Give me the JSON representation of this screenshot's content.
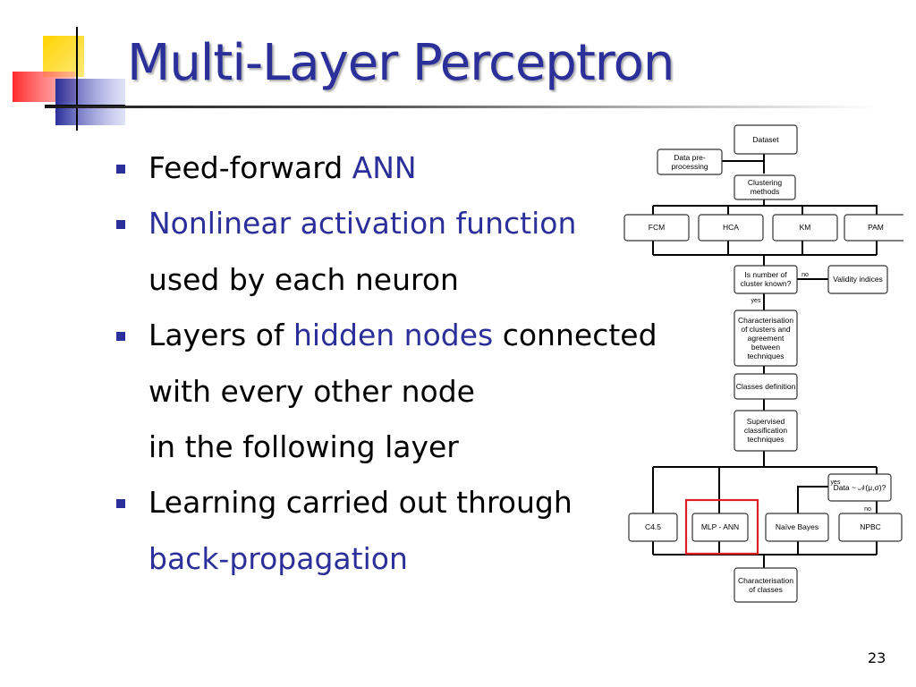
{
  "slide": {
    "title": "Multi-Layer Perceptron",
    "page_number": "23",
    "accent_color": "#2b2f9a",
    "bullets": [
      {
        "parts": [
          {
            "text": "Feed-forward "
          },
          {
            "text": "ANN",
            "hl": true
          }
        ]
      },
      {
        "parts": [
          {
            "text": "Nonlinear activation function",
            "hl": true
          }
        ]
      },
      {
        "parts": [
          {
            "text": "used by each neuron"
          }
        ],
        "continuation": true
      },
      {
        "parts": [
          {
            "text": "Layers of "
          },
          {
            "text": "hidden nodes",
            "hl": true
          },
          {
            "text": " connected"
          }
        ]
      },
      {
        "parts": [
          {
            "text": "with every other node"
          }
        ],
        "continuation": true
      },
      {
        "parts": [
          {
            "text": "in the following layer"
          }
        ],
        "continuation": true
      },
      {
        "parts": [
          {
            "text": "Learning carried out through"
          }
        ]
      },
      {
        "parts": [
          {
            "text": "back-propagation",
            "hl": true
          }
        ],
        "continuation": true
      }
    ]
  },
  "diagram": {
    "nodes": {
      "dataset": [
        "Dataset"
      ],
      "preproc": [
        "Data pre-",
        "processing"
      ],
      "clustering": [
        "Clustering",
        "methods"
      ],
      "fcm": [
        "FCM"
      ],
      "hca": [
        "HCA"
      ],
      "km": [
        "KM"
      ],
      "pam": [
        "PAM"
      ],
      "known": [
        "Is number of",
        "cluster known?"
      ],
      "validity": [
        "Validity indices"
      ],
      "character": [
        "Characterisation",
        "of clusters and",
        "agreement",
        "between",
        "techniques"
      ],
      "classes_def": [
        "Classes definition"
      ],
      "supervised": [
        "Supervised",
        "classification",
        "techniques"
      ],
      "datanorm": [
        "Data ~ 𝒩(μ,σ)?"
      ],
      "c45": [
        "C4.5"
      ],
      "mlp": [
        "MLP - ANN"
      ],
      "naive": [
        "Naïve Bayes"
      ],
      "npbc": [
        "NPBC"
      ],
      "char_classes": [
        "Characterisation",
        "of classes"
      ]
    },
    "edge_labels": {
      "no1": "no",
      "yes1": "yes",
      "yes2": "yes",
      "no2": "no"
    },
    "highlight_node": "mlp",
    "highlight_color": "#e02020"
  }
}
